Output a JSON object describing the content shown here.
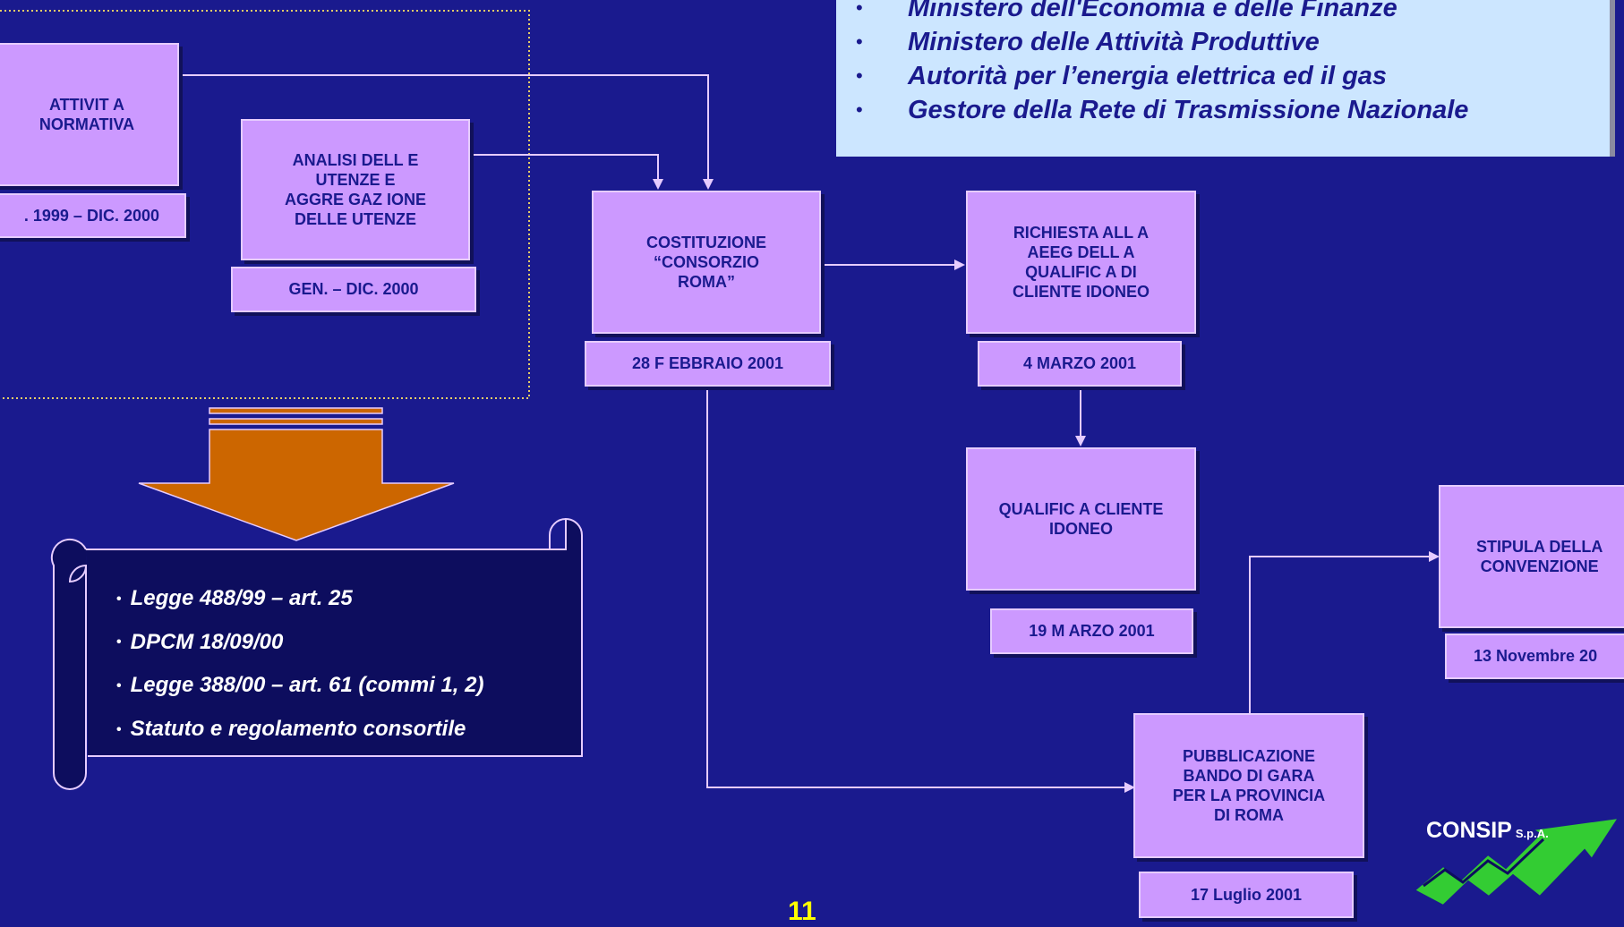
{
  "header_list": {
    "items": [
      "Ministero dell'Economia e delle Finanze",
      "Ministero delle Attività Produttive",
      "Autorità per l’energia elettrica ed il gas",
      "Gestore della Rete di Trasmissione Nazionale"
    ]
  },
  "boxes": {
    "attivita_normativa": "ATTIVIT A\nNORMATIVA",
    "analisi_utenze": "ANALISI DELL E\nUTENZE E\nAGGRE GAZ IONE\nDELLE UTENZE",
    "costituzione": "COSTITUZIONE\n“CONSORZIO\nROMA”",
    "richiesta": "RICHIESTA ALL A\nAEEG DELL A\nQUALIFIC A DI\nCLIENTE IDONEO",
    "qualifica": "QUALIFIC A CLIENTE\nIDONEO",
    "pubblicazione": "PUBBLICAZIONE\nBANDO DI GARA\nPER LA PROVINCIA\nDI ROMA",
    "stipula": "STIPULA DELLA\nCONVENZIONE"
  },
  "dates": {
    "attivita_normativa": ". 1999 – DIC. 2000",
    "analisi_utenze": "GEN. –  DIC.  2000",
    "costituzione": "28 F EBBRAIO 2001",
    "richiesta": "4 MARZO 2001",
    "qualifica": "19 M ARZO 2001",
    "pubblicazione": "17 Luglio 2001",
    "stipula": "13 Novembre  20"
  },
  "scroll_items": [
    "Legge 488/99 – art. 25",
    "DPCM 18/09/00",
    "Legge 388/00 – art. 61 (commi 1, 2)",
    "Statuto e regolamento consortile"
  ],
  "logo": {
    "name": "CONSIP",
    "suffix": "S.p.A."
  },
  "page_number": "11",
  "colors": {
    "background": "#1a1a8e",
    "box_fill": "#cc99ff",
    "info_fill": "#cce6ff",
    "arrow_fill": "#cc6600",
    "logo_green": "#33cc33",
    "page_number": "#ffff00"
  }
}
